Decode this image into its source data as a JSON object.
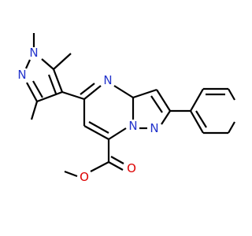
{
  "molecule": {
    "atom_labels": {
      "n_pyrazole_1": "N",
      "n_pyrazole_2": "N",
      "n_pyrimidine": "N",
      "n_bridge_1": "N",
      "n_bridge_2": "N",
      "o_carbonyl": "O",
      "o_ester": "O"
    },
    "colors": {
      "carbon_bond": "#000000",
      "nitrogen": "#2233cc",
      "oxygen": "#dd0000",
      "background": "#ffffff"
    }
  }
}
